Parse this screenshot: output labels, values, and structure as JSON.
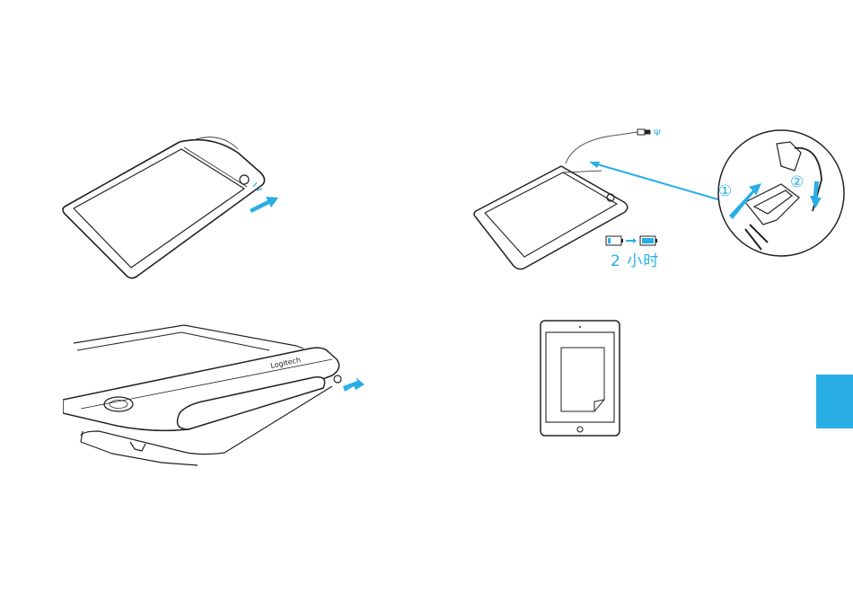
{
  "charge": {
    "duration_label": "2 小时"
  },
  "steps": {
    "step1_label": "①",
    "step2_label": "②"
  },
  "usb": {
    "symbol": "Ψ"
  },
  "device": {
    "brand_text": "Logitech"
  },
  "colors": {
    "accent": "#29aee6",
    "line": "#222222",
    "panel": "#ffffff"
  },
  "icons": [
    "power-button-icon",
    "usb-plug-icon",
    "battery-empty-icon",
    "battery-full-icon",
    "arrow-icon",
    "page-icon"
  ]
}
